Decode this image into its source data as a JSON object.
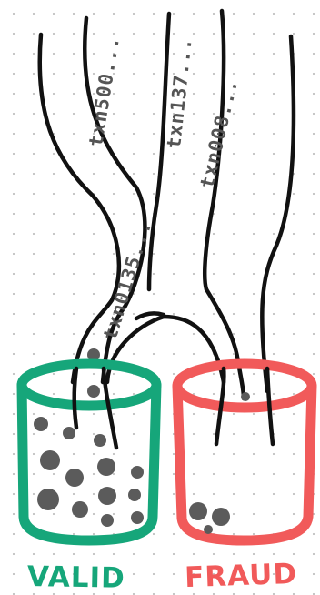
{
  "colors": {
    "valid": "#16a67a",
    "fraud": "#f15a5a",
    "ink": "#111111",
    "ball": "#5b5b5b",
    "label_text": "#555555"
  },
  "chutes": [
    {
      "id": "left",
      "label": "txn500..."
    },
    {
      "id": "middle",
      "label": "txn137..."
    },
    {
      "id": "right",
      "label": "txn008..."
    },
    {
      "id": "merge",
      "label": "txn0135..."
    }
  ],
  "bins": [
    {
      "id": "valid",
      "label": "VALID",
      "color": "#16a67a",
      "item_count": 13
    },
    {
      "id": "fraud",
      "label": "FRAUD",
      "color": "#f15a5a",
      "item_count": 3
    }
  ]
}
